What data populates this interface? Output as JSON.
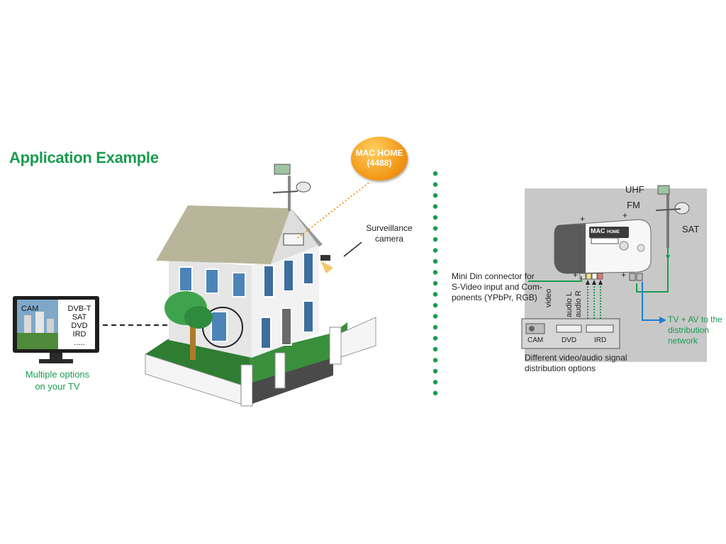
{
  "title": "Application Example",
  "tv": {
    "left_label": "CAM",
    "options": [
      "DVB-T",
      "SAT",
      "DVD",
      "IRD",
      "....."
    ],
    "caption_line1": "Multiple options",
    "caption_line2": "on your TV"
  },
  "badge": {
    "line1": "MAC HOME",
    "line2": "(4488)"
  },
  "camera_label_line1": "Surveillance",
  "camera_label_line2": "camera",
  "right": {
    "uhf": "UHF",
    "fm": "FM",
    "sat": "SAT",
    "device_brand": "MAC",
    "device_sub": "HOME",
    "minidin_line1": "Mini Din connector for",
    "minidin_line2": "S-Video input and Com-",
    "minidin_line3": "ponents (YPbPr, RGB)",
    "vlabels": [
      "video",
      "audio L",
      "audio R"
    ],
    "sources": [
      "CAM",
      "DVD",
      "IRD"
    ],
    "distrib_line1": "Different video/audio signal",
    "distrib_line2": "distribution options",
    "out_line1": "TV + AV to the",
    "out_line2": "distribution",
    "out_line3": "network"
  },
  "colors": {
    "green": "#1a9b50",
    "blue": "#1b7fd0",
    "orange": "#f39a1a",
    "panel": "#c8c8c8"
  }
}
